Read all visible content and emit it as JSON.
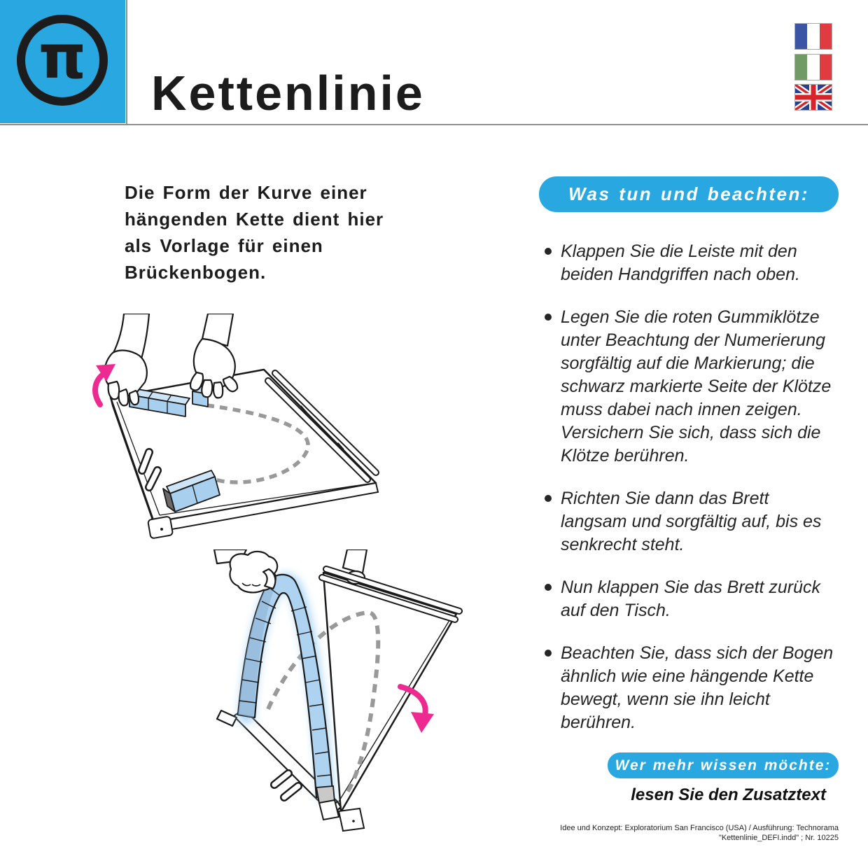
{
  "header": {
    "logo_symbol": "π",
    "title": "Kettenlinie",
    "flags": [
      "french-flag",
      "italian-flag",
      "uk-flag"
    ]
  },
  "intro": "Die Form der Kurve einer hängenden Kette dient hier als Vorlage für einen Brückenbogen.",
  "instructions": {
    "header": "Was tun und beachten:",
    "bullets": [
      "Klappen Sie die Leiste mit den beiden Handgriffen nach oben.",
      "Legen Sie die roten Gummiklötze unter Beachtung der Numerierung sorgfältig auf die Markierung; die schwarz markierte Seite der Klötze muss dabei nach innen zeigen. Versichern Sie sich, dass sich die Klötze berühren.",
      "Richten Sie dann das Brett langsam und sorgfältig auf, bis es senkrecht steht.",
      "Nun klappen Sie das Brett zurück auf den Tisch.",
      "Beachten Sie, dass sich der Bogen ähnlich wie eine hängende Kette bewegt, wenn sie ihn leicht berühren."
    ]
  },
  "more_info": {
    "header": "Wer mehr wissen möchte:",
    "subtext": "lesen Sie den Zusatztext"
  },
  "footer": {
    "line1": "Idee und Konzept: Exploratorium San Francisco (USA) / Ausführung: Technorama",
    "line2": "\"Kettenlinie_DEFI.indd\" ; Nr. 10225"
  },
  "colors": {
    "accent_blue": "#29a7e0",
    "block_blue": "#aed3f1",
    "arrow_pink": "#ec2a90",
    "dash_gray": "#999999"
  }
}
